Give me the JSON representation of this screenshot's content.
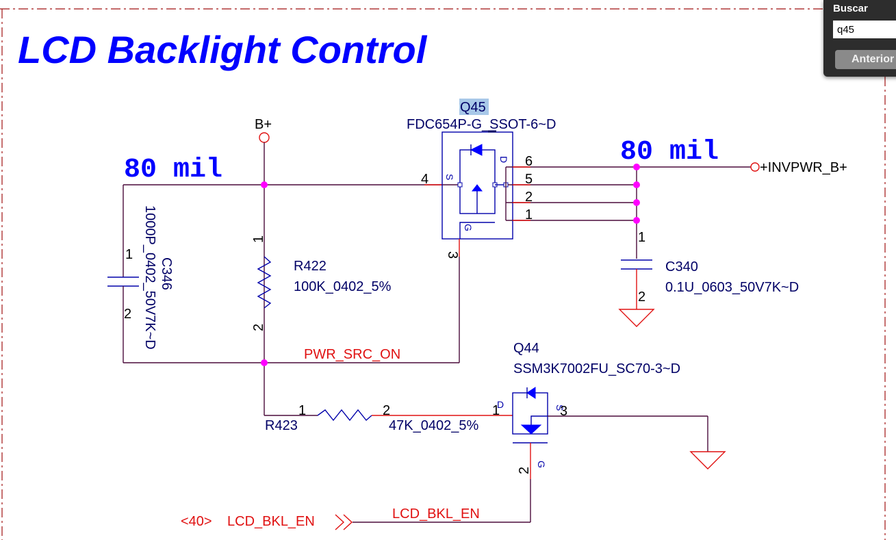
{
  "schematic": {
    "title": "LCD Backlight Control",
    "trace_width_labels": [
      "80 mil",
      "80 mil"
    ],
    "power_ports": {
      "b_plus": "B+",
      "invpwr": "+INVPWR_B+"
    },
    "components": {
      "q45": {
        "ref": "Q45",
        "value": "FDC654P-G_SSOT-6~D",
        "pin_labels": {
          "source": "S",
          "drain": "D",
          "gate": "G"
        },
        "pins": [
          "4",
          "6",
          "5",
          "2",
          "1",
          "3"
        ]
      },
      "q44": {
        "ref": "Q44",
        "value": "SSM3K7002FU_SC70-3~D",
        "pin_labels": {
          "drain": "D",
          "source": "S",
          "gate": "G"
        },
        "pins": [
          "1",
          "3",
          "2"
        ]
      },
      "r422": {
        "ref": "R422",
        "value": "100K_0402_5%",
        "pins": [
          "1",
          "2"
        ]
      },
      "r423": {
        "ref": "R423",
        "value": "47K_0402_5%",
        "pins": [
          "1",
          "2"
        ]
      },
      "c346": {
        "ref": "C346",
        "value": "1000P_0402_50V7K~D",
        "pins": [
          "1",
          "2"
        ]
      },
      "c340": {
        "ref": "C340",
        "value": "0.1U_0603_50V7K~D",
        "pins": [
          "1",
          "2"
        ]
      }
    },
    "nets": {
      "pwr_src_on": "PWR_SRC_ON",
      "lcd_bkl_en": "LCD_BKL_EN"
    },
    "offpage": {
      "page_ref": "<40>",
      "signal": "LCD_BKL_EN"
    },
    "highlighted_search_match": "Q45"
  },
  "find_panel": {
    "title": "Buscar",
    "query": "q45",
    "previous_button": "Anterior"
  }
}
